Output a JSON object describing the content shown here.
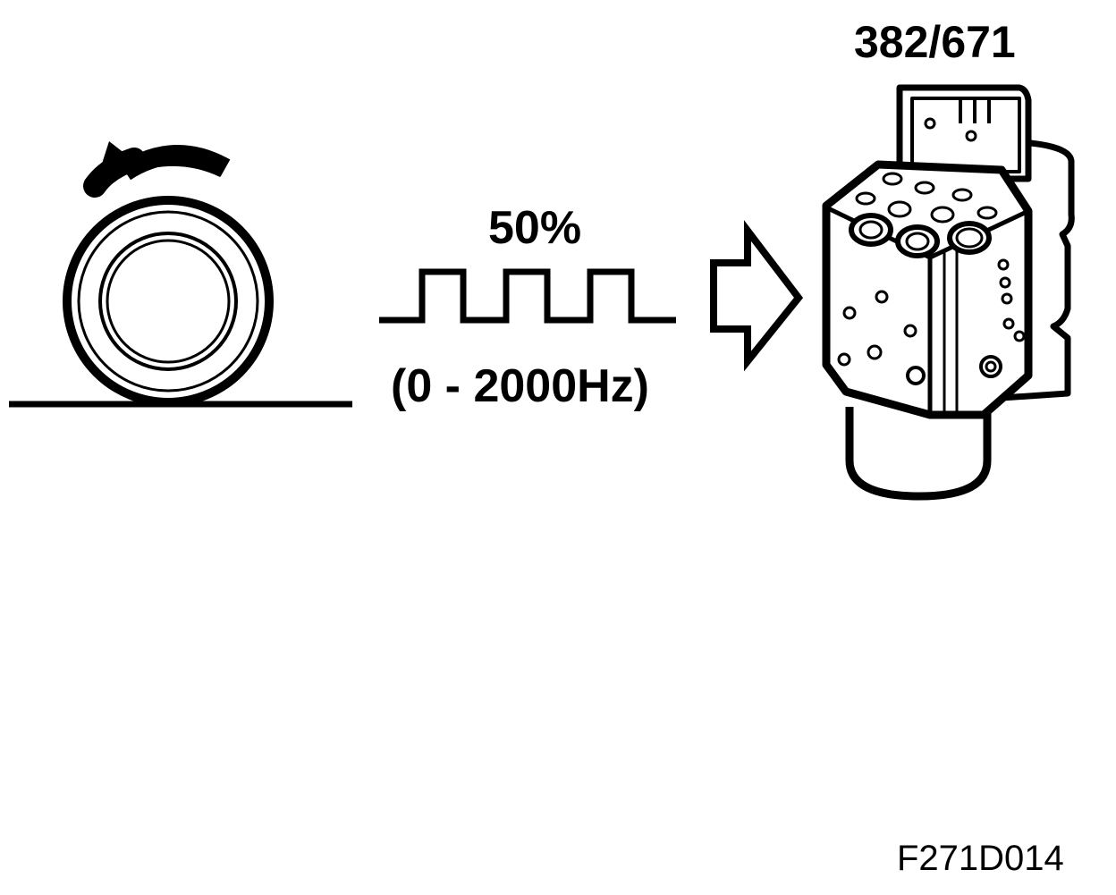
{
  "unit_number": "382/671",
  "signal": {
    "duty_cycle": "50%",
    "frequency_range": "(0 - 2000Hz)"
  },
  "figure_code": "F271D014",
  "icons": {
    "wheel": "wheel-icon",
    "rotation": "rotation-arrow-icon",
    "ground": "ground-line",
    "pulse": "square-wave-icon",
    "flow": "right-arrow-icon",
    "module": "abs-control-unit-icon"
  },
  "colors": {
    "ink": "#000000",
    "paper": "#ffffff"
  }
}
